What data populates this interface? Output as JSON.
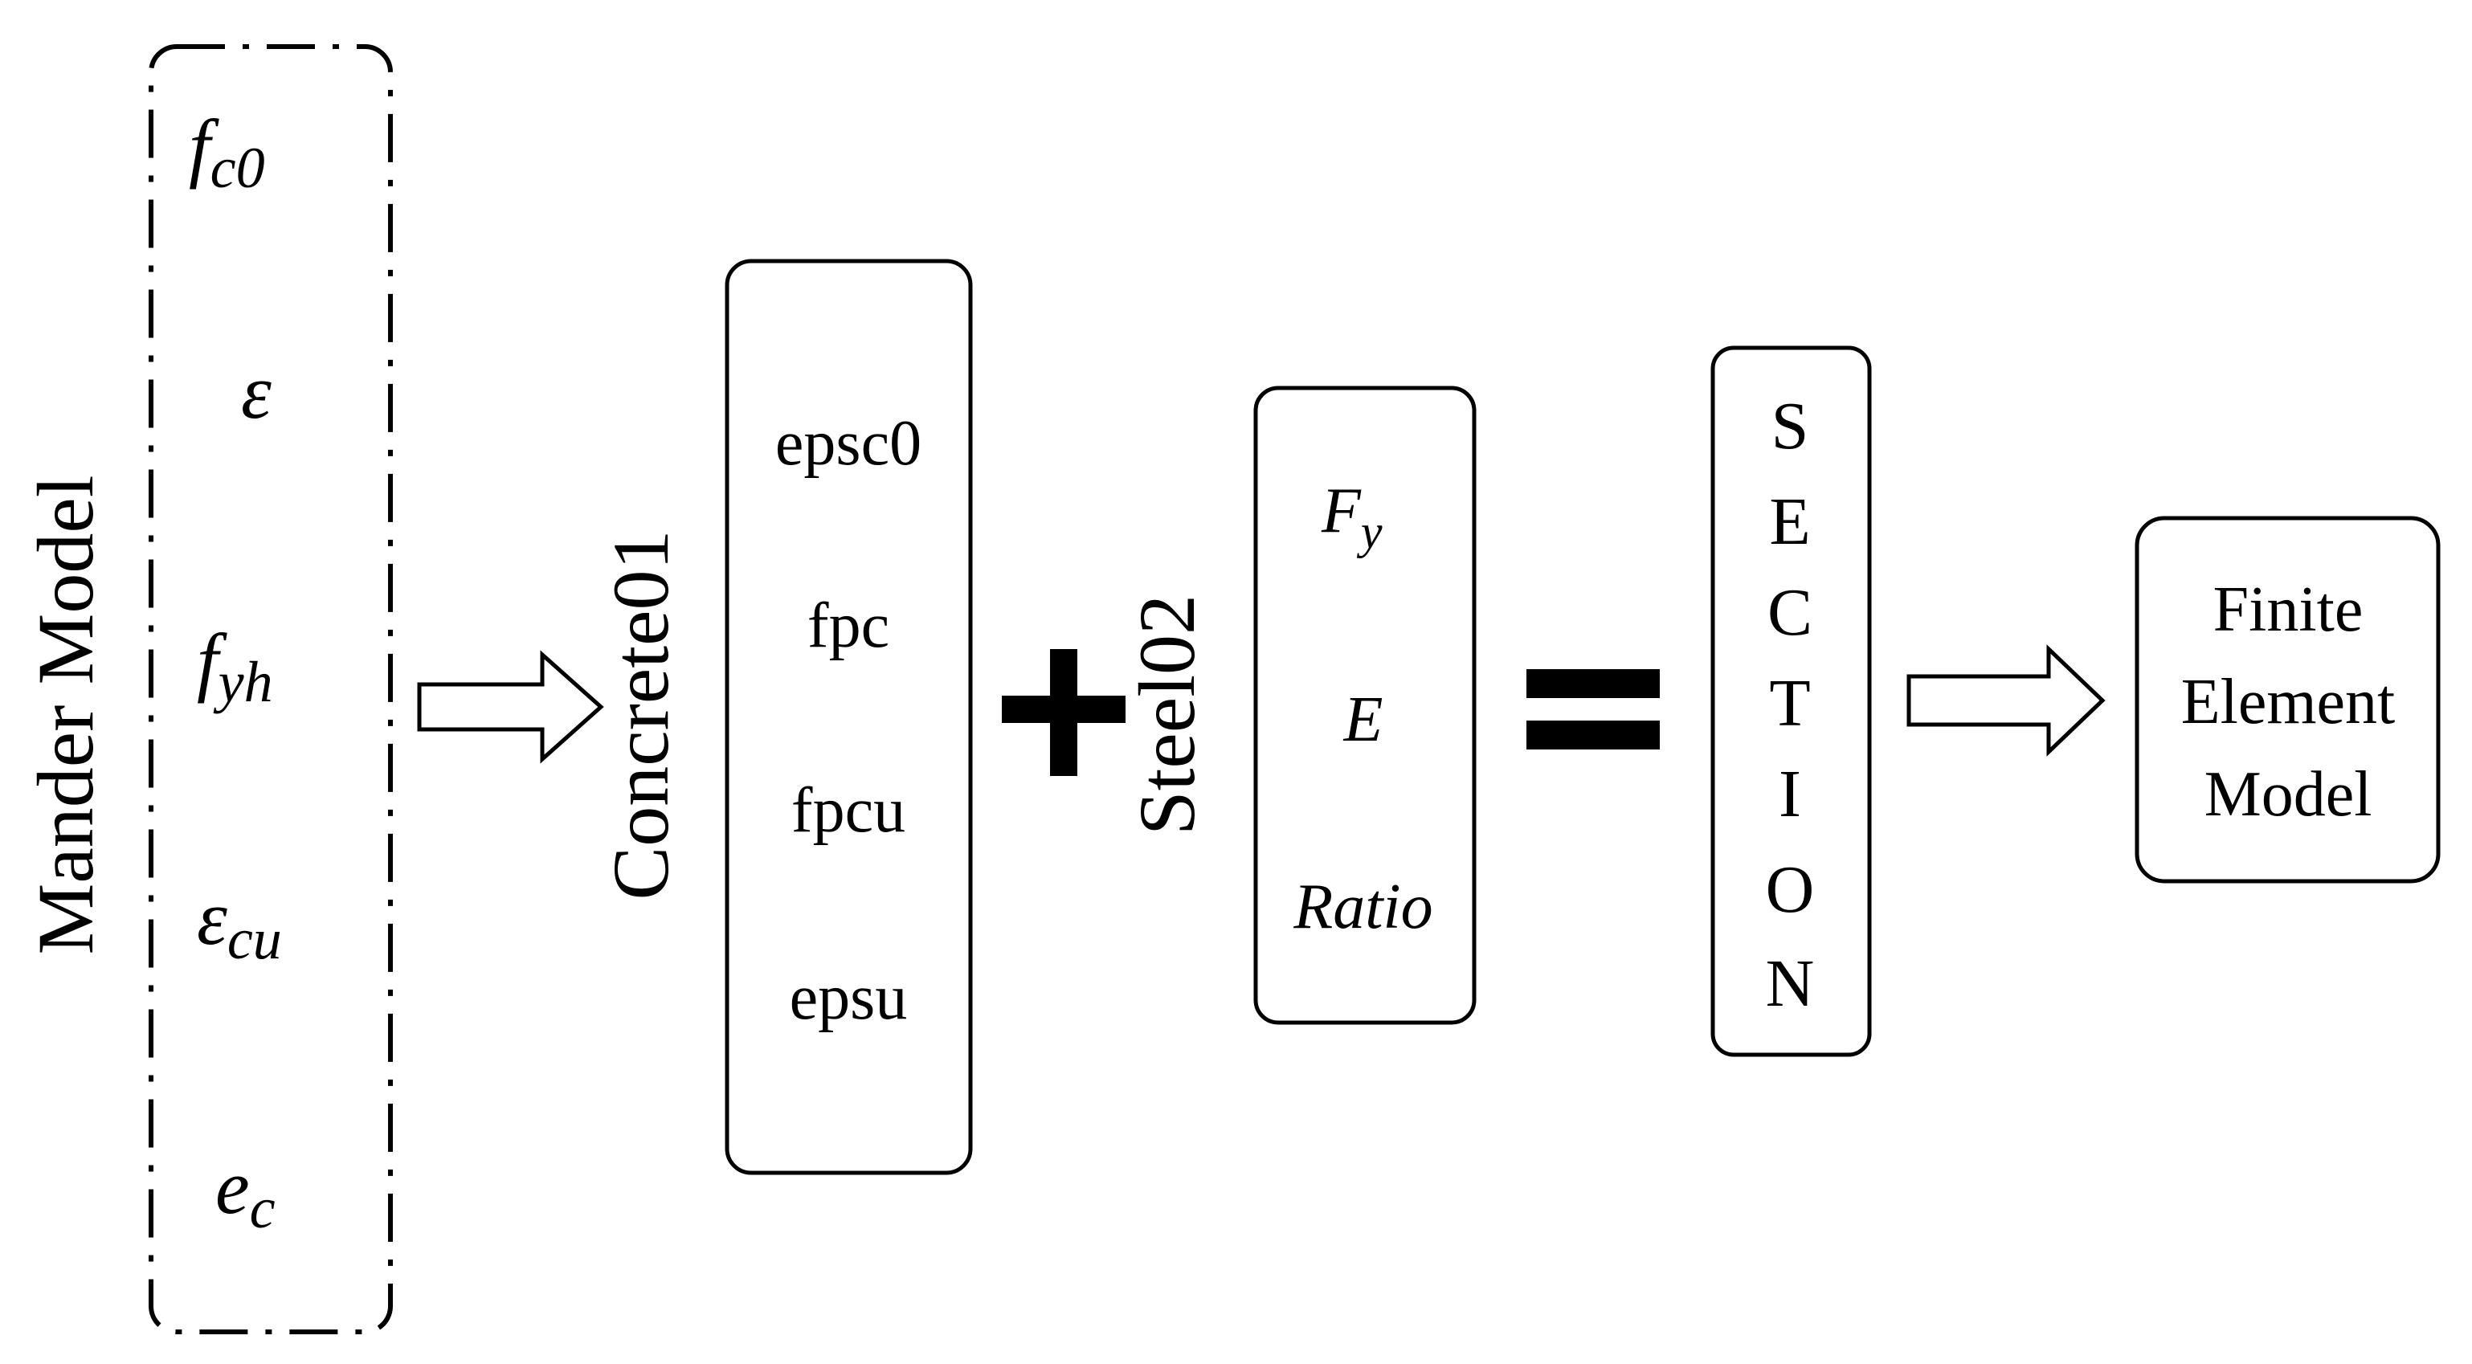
{
  "mander": {
    "label": "Mander Model",
    "params": [
      {
        "base": "f",
        "sub": "c0"
      },
      {
        "base": "ε",
        "sub": ""
      },
      {
        "base": "f",
        "sub": "yh"
      },
      {
        "base": "ε",
        "sub": "cu"
      },
      {
        "base": "e",
        "sub": "c"
      }
    ]
  },
  "concrete": {
    "label": "Concrete01",
    "items": [
      "epsc0",
      "fpc",
      "fpcu",
      "epsu"
    ]
  },
  "steel": {
    "label": "Steel02",
    "items": [
      {
        "base": "F",
        "sub": "y"
      },
      {
        "base": "E",
        "sub": ""
      },
      {
        "base": "Ratio",
        "sub": ""
      }
    ]
  },
  "section": {
    "letters": [
      "S",
      "E",
      "C",
      "T",
      "I",
      "O",
      "N"
    ]
  },
  "fem": {
    "lines": [
      "Finite",
      "Element",
      "Model"
    ]
  },
  "operators": {
    "plus": "plus-sign",
    "equals": "equals-sign",
    "arrow": "hollow-right-arrow"
  }
}
